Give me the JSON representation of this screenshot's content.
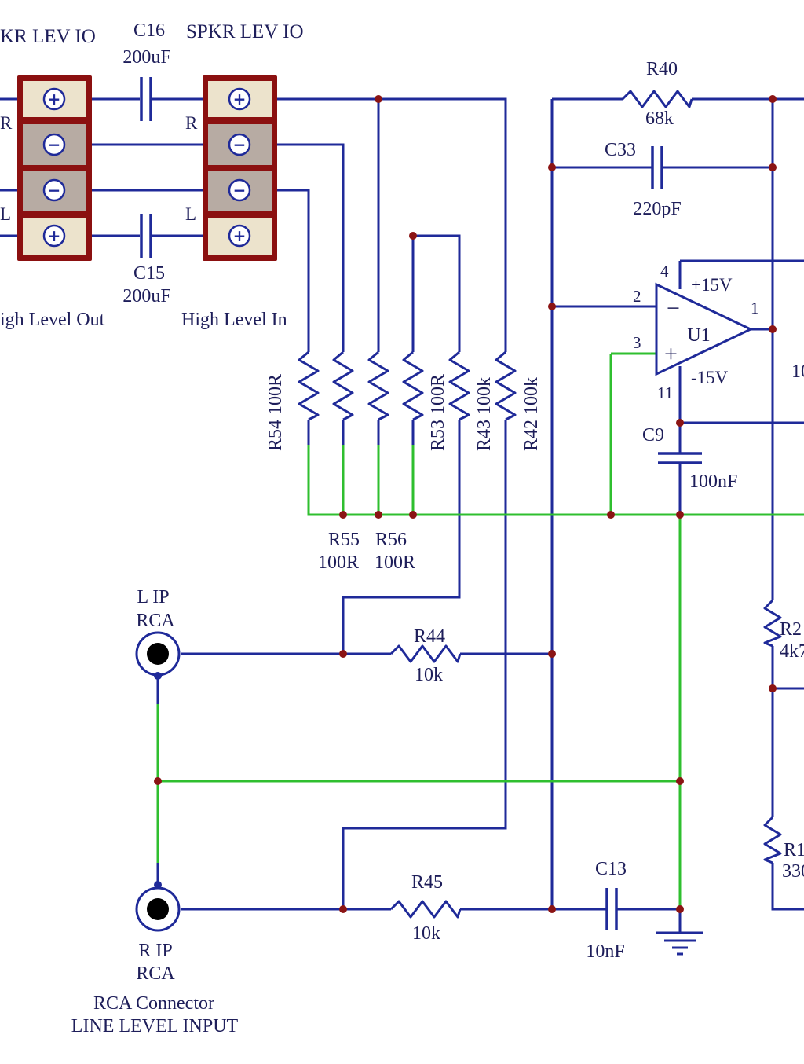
{
  "colors": {
    "wire": "#1f2a99",
    "ground_net": "#2fbf2f",
    "junction": "#8b1414",
    "connector_frame": "#8b1010",
    "terminal_plus_fill": "#ece3cc",
    "terminal_minus_fill": "#b7aba3",
    "text": "#1e1e5a"
  },
  "connectors": {
    "out": {
      "title": "KR LEV IO",
      "caption": "igh Level Out",
      "r_label": "R",
      "l_label": "L"
    },
    "in": {
      "title": "SPKR LEV IO",
      "caption": "High Level In",
      "r_label": "R",
      "l_label": "L"
    },
    "plus_symbol": "+",
    "minus_symbol": "−"
  },
  "components": {
    "c16": {
      "ref": "C16",
      "value": "200uF"
    },
    "c15": {
      "ref": "C15",
      "value": "200uF"
    },
    "r40": {
      "ref": "R40",
      "value": "68k"
    },
    "c33": {
      "ref": "C33",
      "value": "220pF"
    },
    "u1": {
      "ref": "U1",
      "vpos": "+15V",
      "vneg": "-15V",
      "pin4": "4",
      "pin2": "2",
      "pin3": "3",
      "pin1": "1",
      "pin11": "11",
      "minus": "−",
      "plus": "+"
    },
    "c9": {
      "ref": "C9",
      "value": "100nF"
    },
    "r54": {
      "ref": "R54",
      "value": "100R",
      "text": "R54  100R"
    },
    "r53": {
      "ref": "R53",
      "value": "100R",
      "text": "R53  100R"
    },
    "r43": {
      "ref": "R43",
      "value": "100k",
      "text": "R43  100k"
    },
    "r42": {
      "ref": "R42",
      "value": "100k",
      "text": "R42  100k"
    },
    "r55": {
      "ref": "R55",
      "value": "100R"
    },
    "r56": {
      "ref": "R56",
      "value": "100R"
    },
    "r44": {
      "ref": "R44",
      "value": "10k"
    },
    "r45": {
      "ref": "R45",
      "value": "10k"
    },
    "c13": {
      "ref": "C13",
      "value": "10nF"
    },
    "r2x": {
      "ref": "R2",
      "value": "4k7"
    },
    "r1x": {
      "ref": "R1",
      "value": "330"
    },
    "cut_label": "10"
  },
  "rca": {
    "left": {
      "name": "L IP",
      "type": "RCA"
    },
    "right": {
      "name": "R IP",
      "type": "RCA"
    },
    "caption_line1": "RCA Connector",
    "caption_line2": "LINE LEVEL INPUT"
  }
}
